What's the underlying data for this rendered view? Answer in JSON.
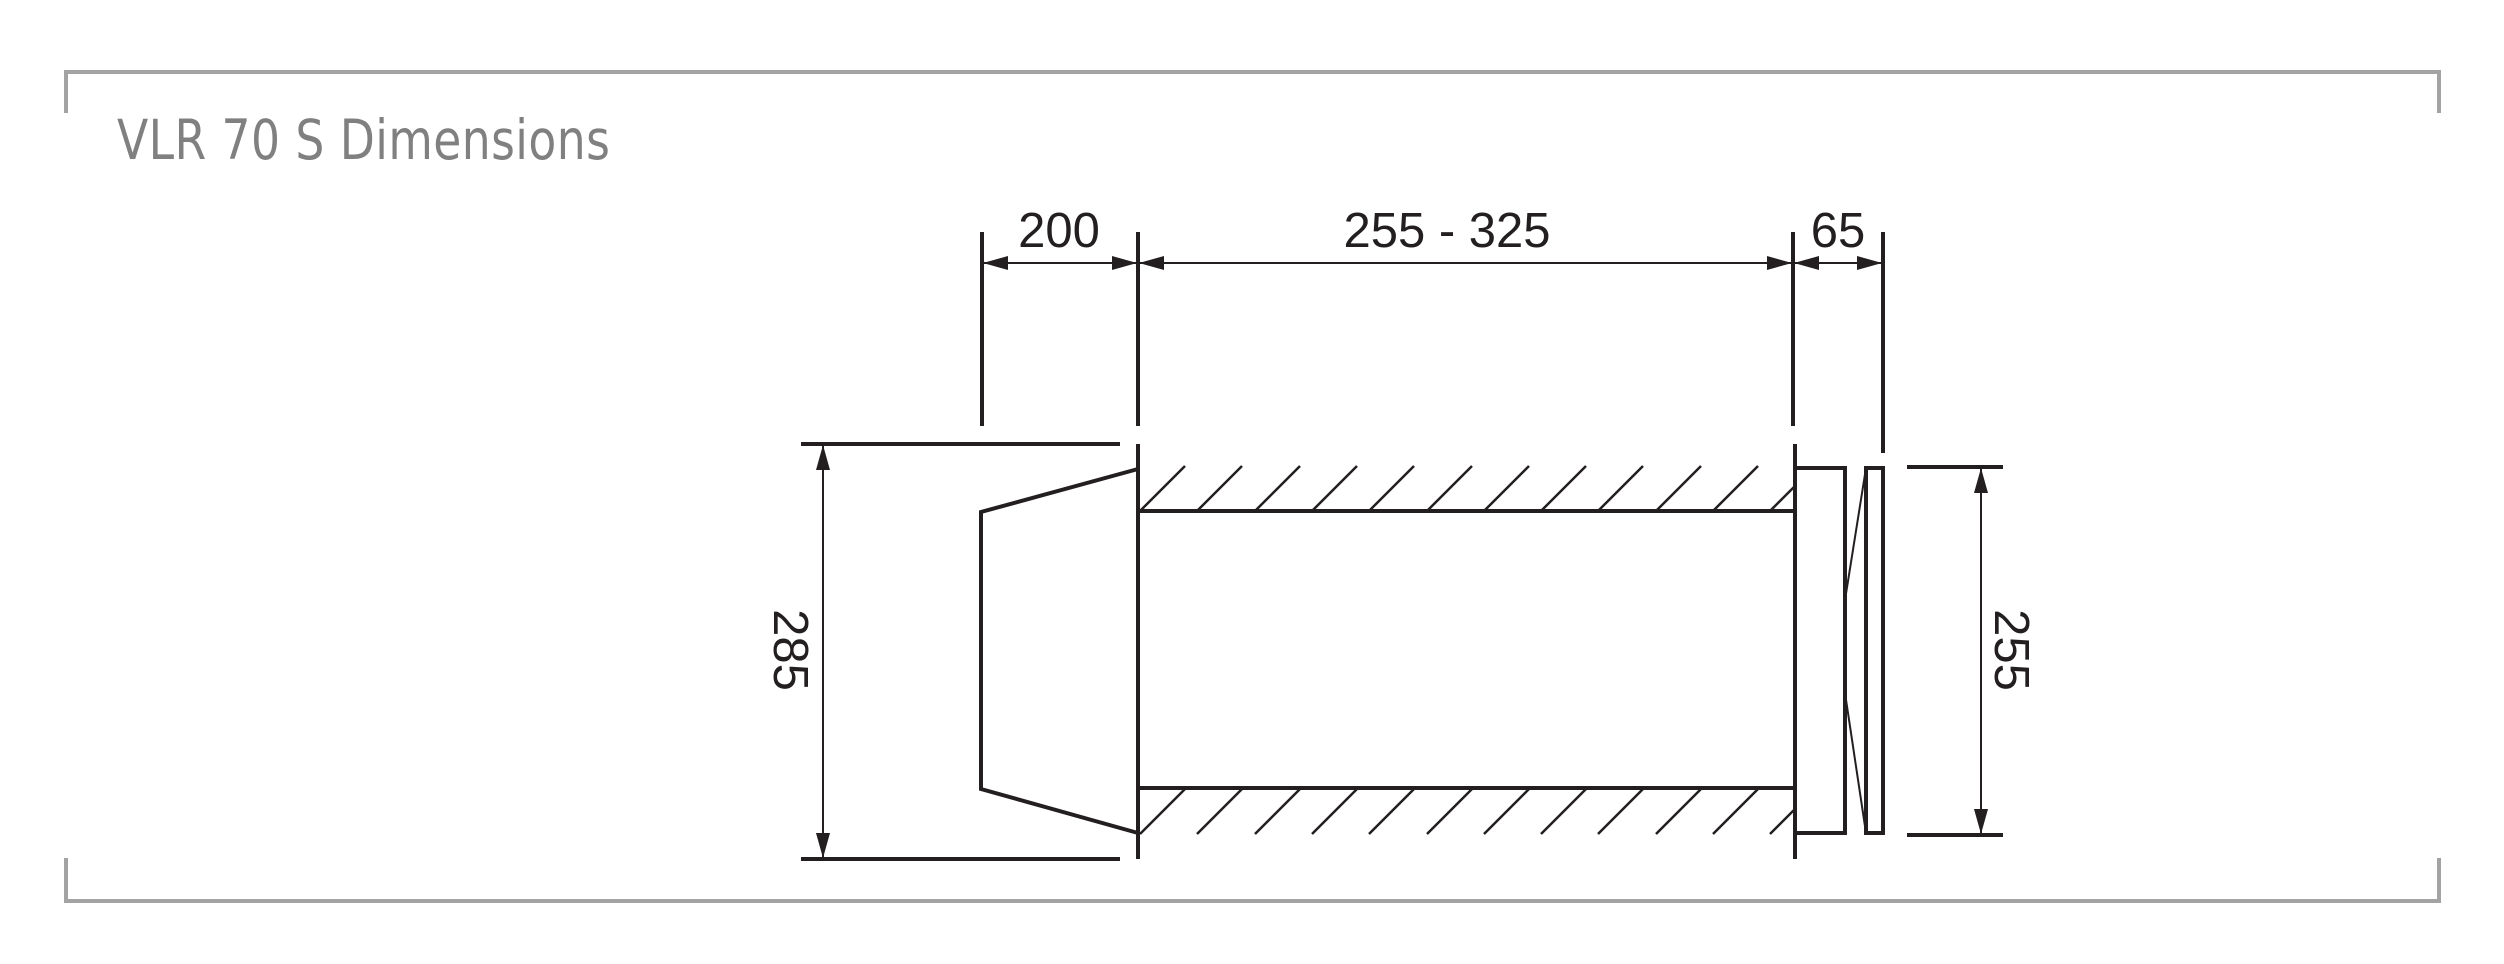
{
  "title": "VLR 70 S Dimensions",
  "dimensions": {
    "hood_length": "200",
    "pipe_length": "255 - 325",
    "grille_depth": "65",
    "hood_height": "285",
    "grille_height": "255"
  },
  "colors": {
    "frame": "#a3a3a3",
    "title": "#808080",
    "lines": "#231f20"
  }
}
